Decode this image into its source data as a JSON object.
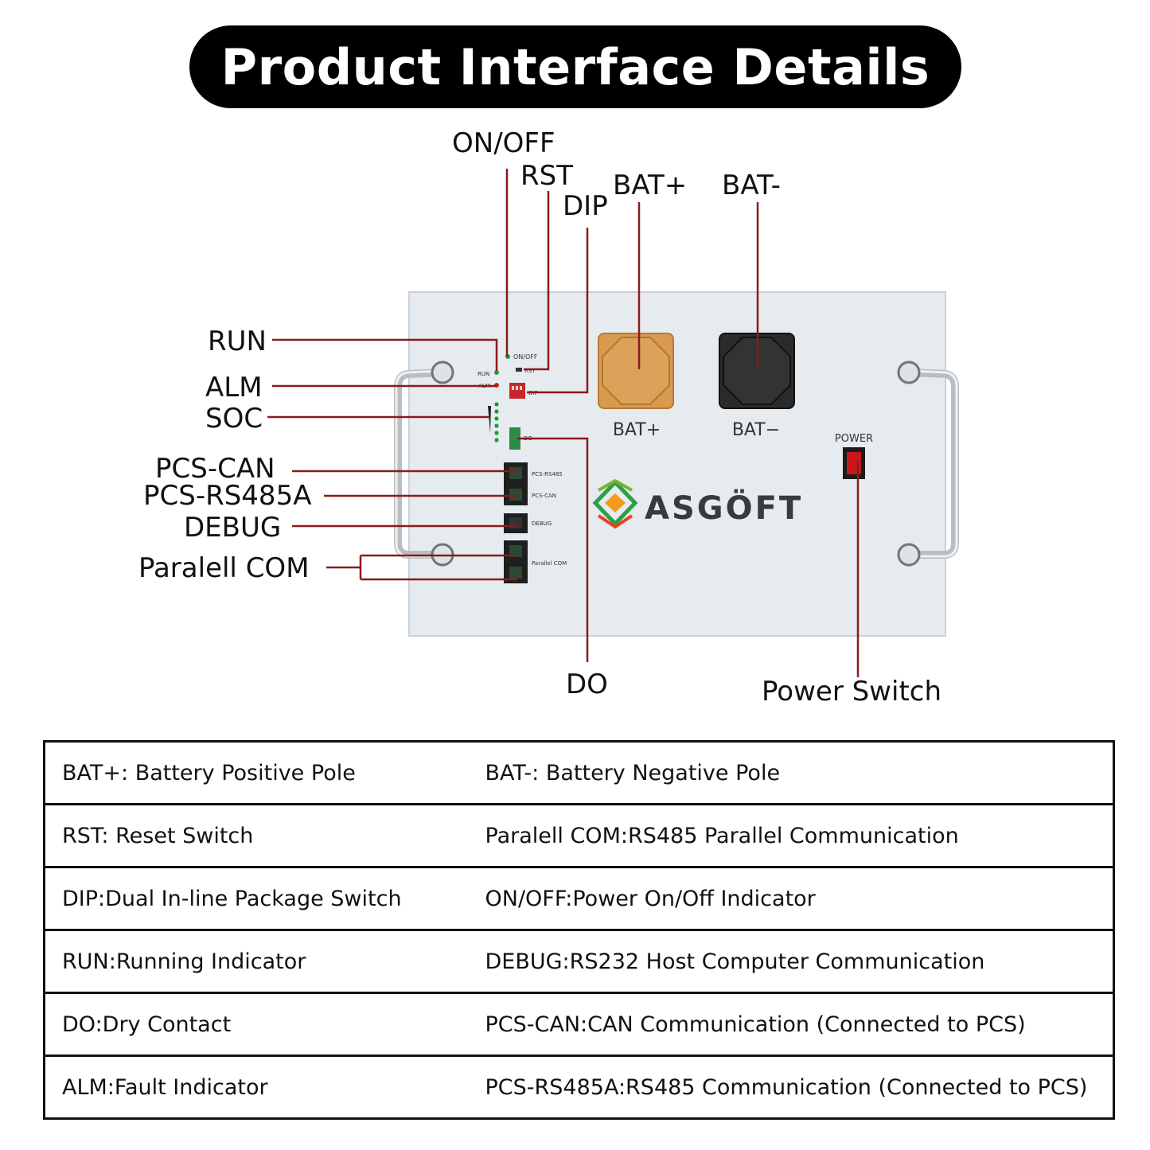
{
  "title": "Product Interface Details",
  "callouts": {
    "on_off": "ON/OFF",
    "rst": "RST",
    "dip": "DIP",
    "bat_plus": "BAT+",
    "bat_minus": "BAT-",
    "run": "RUN",
    "alm": "ALM",
    "soc": "SOC",
    "pcs_can": "PCS-CAN",
    "pcs_rs485a": "PCS-RS485A",
    "debug": "DEBUG",
    "paralell_com": "Paralell COM",
    "do": "DO",
    "power_switch": "Power Switch"
  },
  "device": {
    "brand": "ASGÖFT",
    "power_label": "POWER",
    "bat_plus_label": "BAT+",
    "bat_minus_label": "BAT−",
    "small_labels": {
      "on_off": "ON/OFF",
      "rst": "RST",
      "run": "RUN",
      "alm": "ALM",
      "dip": "DIP",
      "do": "DO",
      "pcs_rs485": "PCS-RS485",
      "pcs_can": "PCS-CAN",
      "debug": "DEBUG",
      "parallel_com": "Parallel COM"
    }
  },
  "colors": {
    "leader_line": "#8b1a1a",
    "bat_plus_terminal": "#d99a4e",
    "bat_minus_terminal": "#2b2b2b",
    "panel": "#e6ebef",
    "led_green": "#1e9a3a",
    "led_red": "#d42020",
    "power_switch": "#c8161b"
  },
  "legend": [
    [
      "BAT+:  Battery Positive Pole",
      "BAT-:   Battery Negative Pole"
    ],
    [
      "RST:  Reset Switch",
      "Paralell COM:RS485 Parallel Communication"
    ],
    [
      "DIP:Dual In-line Package Switch",
      "ON/OFF:Power On/Off Indicator"
    ],
    [
      "RUN:Running Indicator",
      "DEBUG:RS232 Host Computer Communication"
    ],
    [
      "DO:Dry Contact",
      "PCS-CAN:CAN Communication (Connected to PCS)"
    ],
    [
      "ALM:Fault Indicator",
      "PCS-RS485A:RS485 Communication (Connected to PCS)"
    ]
  ]
}
